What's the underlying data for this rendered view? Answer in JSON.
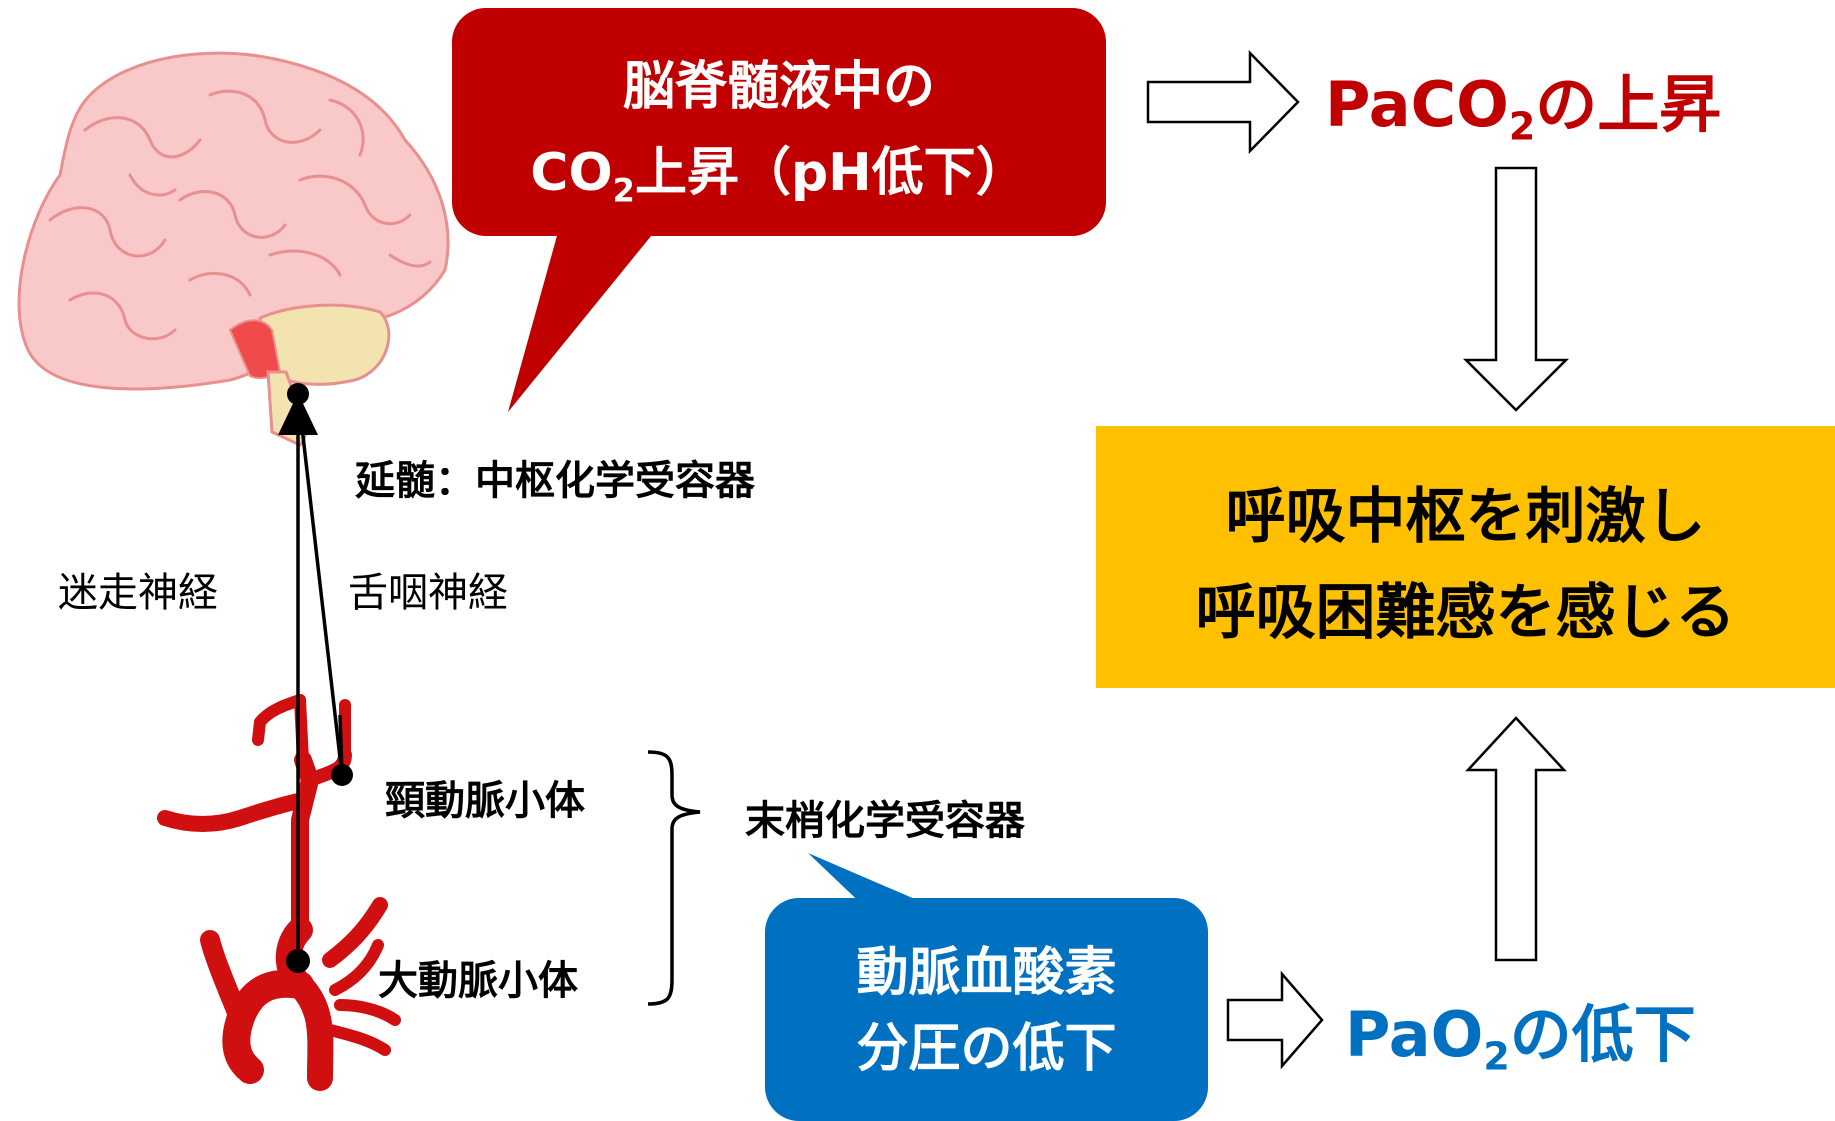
{
  "colors": {
    "red": "#c00000",
    "blue": "#0070c0",
    "yellow": "#ffc000",
    "brain_fill": "#f9c8c8",
    "brain_stroke": "#e88f8f",
    "cerebellum": "#f3e3b0",
    "artery": "#d01010"
  },
  "red_bubble": {
    "line1": "脳脊髄液中の",
    "line2_pre": "CO",
    "line2_sub": "2",
    "line2_post": "上昇（pH低下）"
  },
  "paco2": {
    "pre": "PaCO",
    "sub": "2",
    "post": "の上昇"
  },
  "center_box": {
    "line1": "呼吸中枢を刺激し",
    "line2": "呼吸困難感を感じる"
  },
  "medulla_label": "延髄：中枢化学受容器",
  "nerves": {
    "vagus": "迷走神経",
    "glossopharyngeal": "舌咽神経"
  },
  "carotid_body": "頸動脈小体",
  "aortic_body": "大動脈小体",
  "peripheral_label": "末梢化学受容器",
  "blue_bubble": {
    "line1": "動脈血酸素",
    "line2": "分圧の低下"
  },
  "pao2": {
    "pre": "PaO",
    "sub": "2",
    "post": "の低下"
  },
  "icons": [
    "brain-icon",
    "artery-icon",
    "arrow-right",
    "arrow-down",
    "arrow-up"
  ]
}
